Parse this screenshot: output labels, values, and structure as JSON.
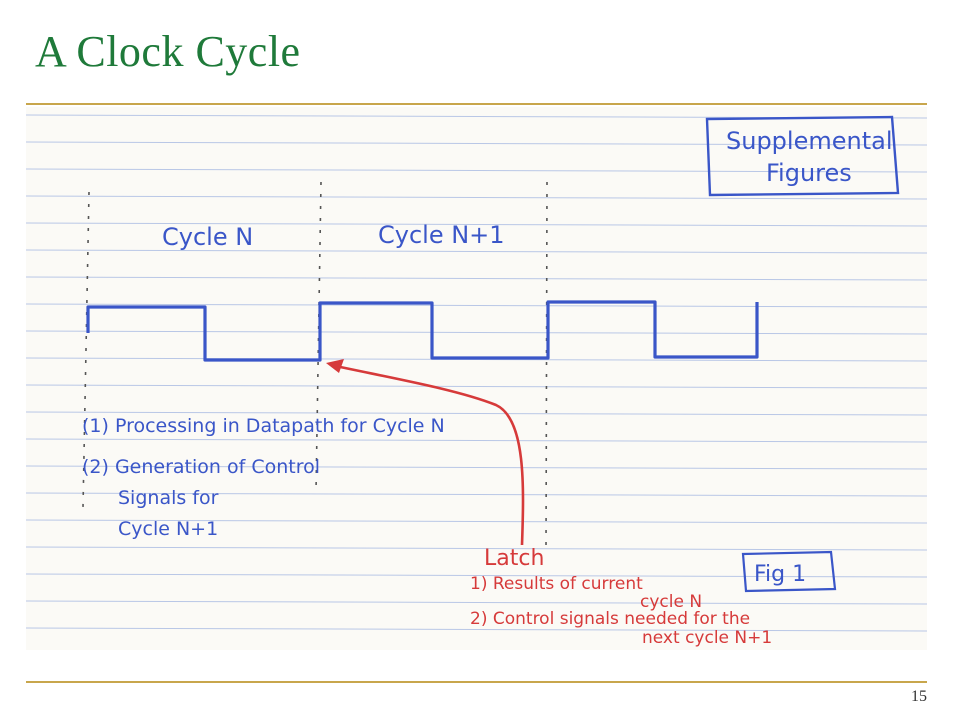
{
  "slide": {
    "title": "A Clock Cycle",
    "page_number": "15"
  },
  "figure": {
    "supplemental_label": [
      "Supplemental",
      "Figures"
    ],
    "cycle_labels": [
      "Cycle N",
      "Cycle N+1"
    ],
    "notes": [
      "(1) Processing in Datapath for Cycle N",
      "(2) Generation of Control",
      "Signals for",
      "Cycle N+1"
    ],
    "latch": {
      "heading": "Latch",
      "items": [
        "1) Results of current",
        "cycle N",
        "2) Control signals needed for the",
        "next cycle N+1"
      ]
    },
    "fig_label": "Fig 1",
    "colors": {
      "ink_blue": "#3a56c8",
      "ink_red": "#d63a3a",
      "ruled_line": "#b9c7e6",
      "margin_line": "#7f7f7f",
      "title": "#1f7a3a",
      "accent_rule": "#c8a64c"
    }
  }
}
